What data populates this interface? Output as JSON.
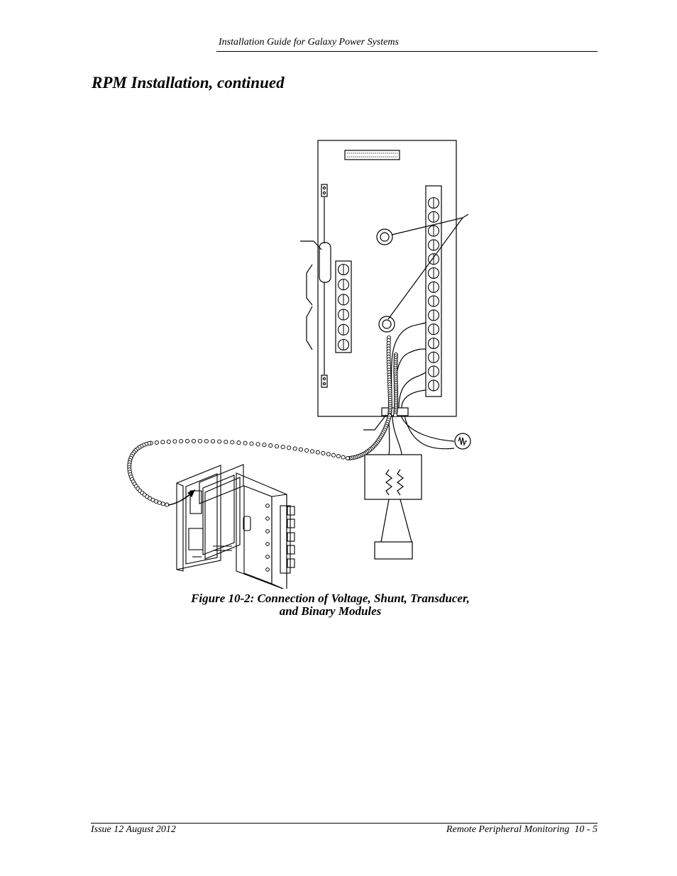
{
  "header": {
    "running_title": "Installation Guide for Galaxy Power Systems"
  },
  "section": {
    "title": "RPM Installation, continued"
  },
  "figure": {
    "caption_line1": "Figure 10-2: Connection of Voltage, Shunt, Transducer,",
    "caption_line2": "and Binary Modules"
  },
  "footer": {
    "left": "Issue 12 August 2012",
    "right": "Remote Peripheral Monitoring  10 - 5"
  }
}
